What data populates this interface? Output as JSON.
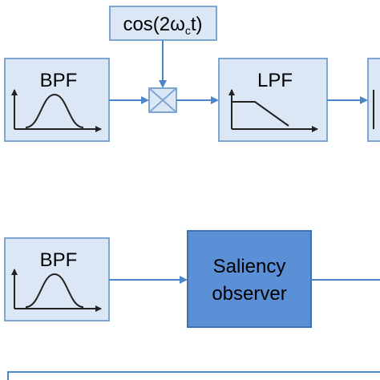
{
  "blocks": {
    "bpf_top": {
      "label": "BPF"
    },
    "lpf": {
      "label": "LPF"
    },
    "bpf_bottom": {
      "label": "BPF"
    },
    "saliency": {
      "line1": "Saliency",
      "line2": "observer"
    }
  },
  "carrier": {
    "prefix": "cos(2ω",
    "subscript": "c",
    "suffix": "t)"
  },
  "colors": {
    "box_fill": "#dbe7f5",
    "box_border": "#7fa6d3",
    "saliency_fill": "#5b8fd6",
    "saliency_border": "#3f6fad",
    "arrow": "#4a86c8",
    "mixer_fill": "#dbe7f5"
  }
}
